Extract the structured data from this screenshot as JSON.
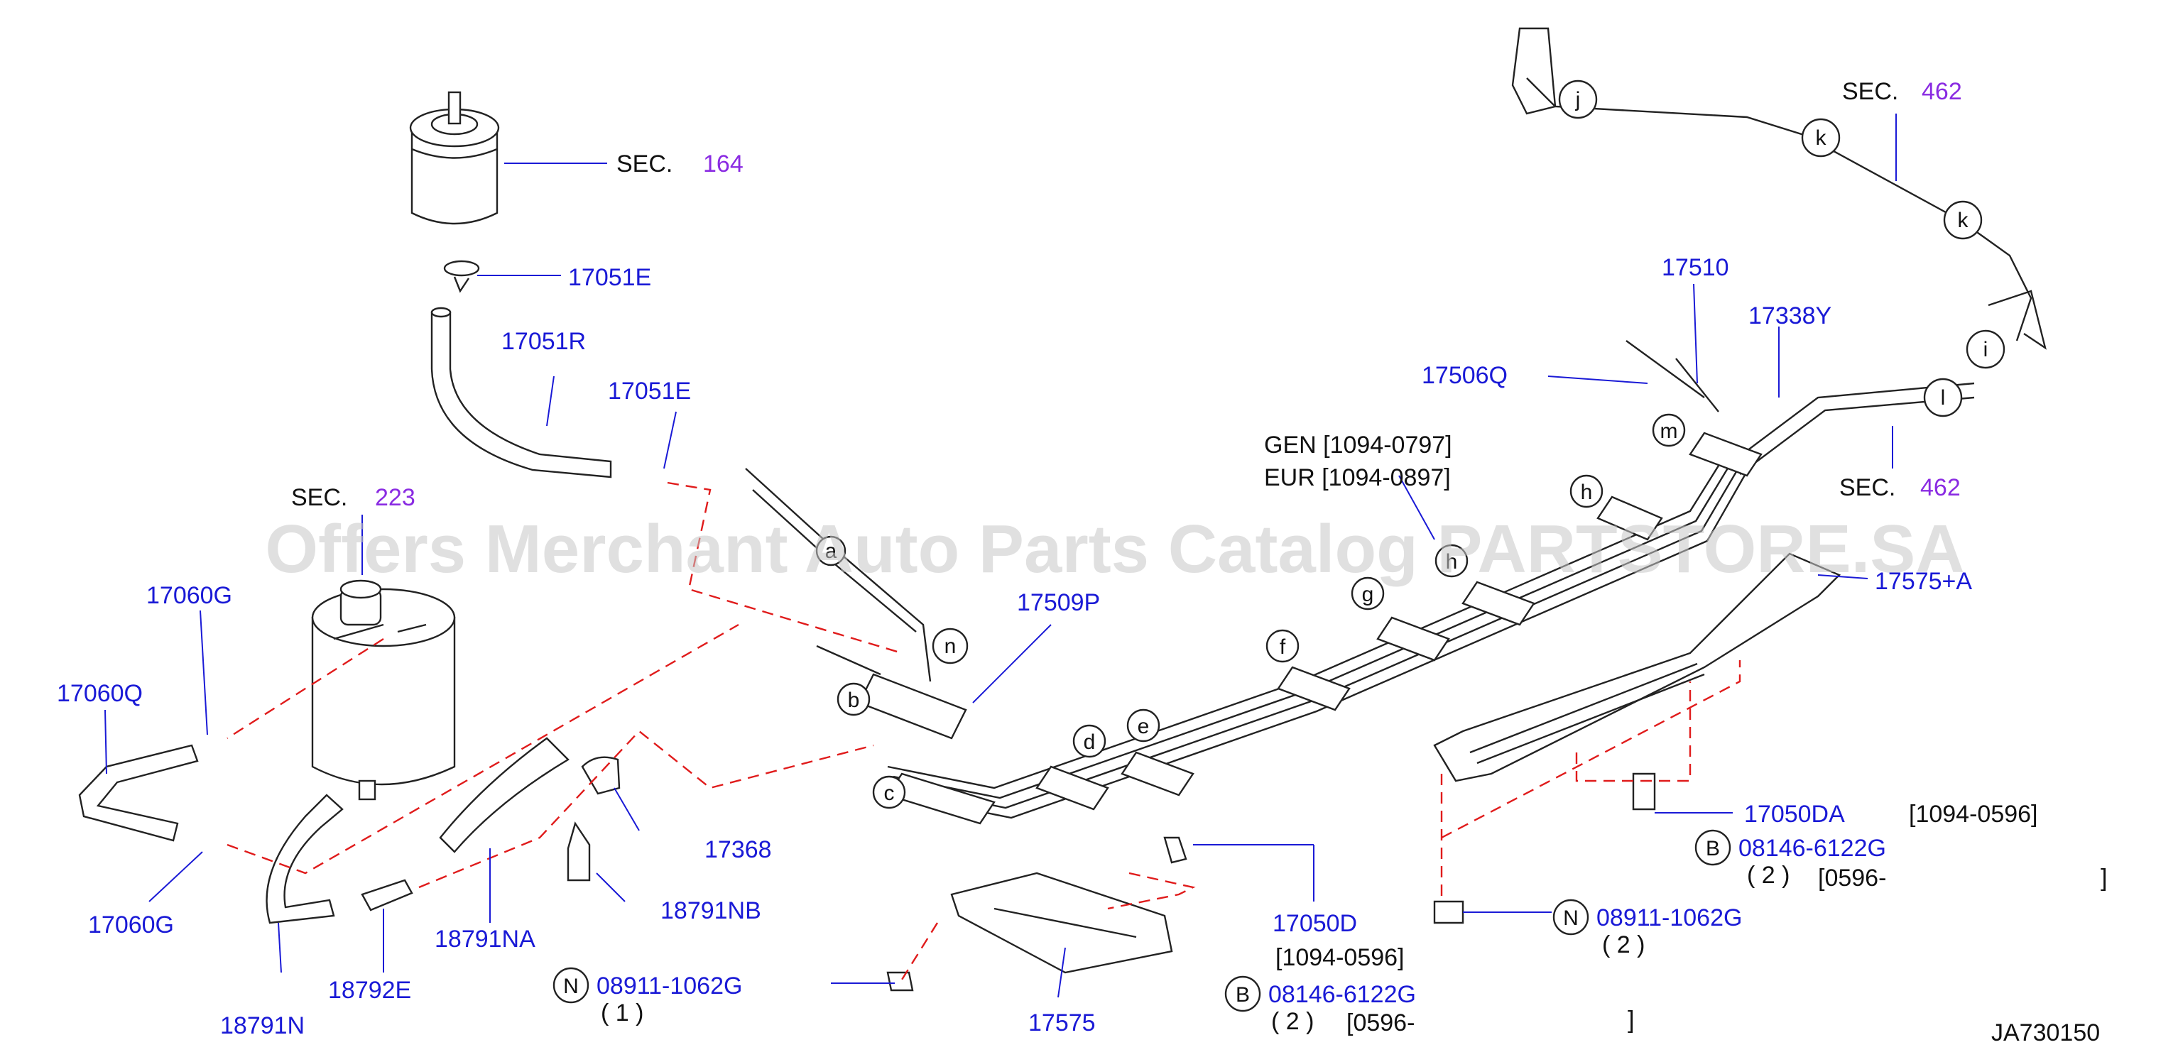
{
  "watermark": "Offers Merchant Auto Parts Catalog PARTSTORE.SA",
  "diagram_code": "JA730150",
  "section_refs": [
    {
      "prefix": "SEC.",
      "number": "164"
    },
    {
      "prefix": "SEC.",
      "number": "223"
    },
    {
      "prefix": "SEC.",
      "number": "462"
    },
    {
      "prefix": "SEC.",
      "number": "462"
    }
  ],
  "part_labels": {
    "p17051E_a": "17051E",
    "p17051R": "17051R",
    "p17051E_b": "17051E",
    "p17060G_a": "17060G",
    "p17060Q": "17060Q",
    "p17060G_b": "17060G",
    "p18791N": "18791N",
    "p18792E": "18792E",
    "p18791NA": "18791NA",
    "p18791NB": "18791NB",
    "p17368": "17368",
    "p17509P": "17509P",
    "p17575": "17575",
    "p17050D": "17050D",
    "p17510": "17510",
    "p17338Y": "17338Y",
    "p17506Q": "17506Q",
    "p17575A": "17575+A",
    "p17050DA": "17050DA",
    "p08146_a": "08146-6122G",
    "p08911_a": "08911-1062G",
    "p08911_b": "08911-1062G",
    "p08146_b": "08146-6122G"
  },
  "qualifiers": {
    "gen": "GEN  [1094-0797]",
    "eur": "EUR  [1094-0897]",
    "d_range": "[1094-0596]",
    "da_range": "[1094-0596]",
    "b1_qty": "( 2 )",
    "b1_range": "[0596-",
    "b1_close": "]",
    "n2_qty": "( 2 )",
    "n1_qty": "( 1 )",
    "b2_qty": "( 2 )",
    "b2_range": "[0596-",
    "b2_close": "]"
  },
  "circle_letters": {
    "B1": "B",
    "N2": "N",
    "N1": "N",
    "B2": "B",
    "a": "a",
    "b": "b",
    "c": "c",
    "d": "d",
    "e": "e",
    "f": "f",
    "g": "g",
    "h1": "h",
    "h2": "h",
    "i": "i",
    "j": "j",
    "k1": "k",
    "k2": "k",
    "l": "l",
    "m": "m",
    "n": "n"
  },
  "colors": {
    "part_number": "#1a1ad6",
    "section_number": "#8a2be2",
    "dashed_guide": "#e01b1b",
    "watermark": "#c8c8c8"
  }
}
